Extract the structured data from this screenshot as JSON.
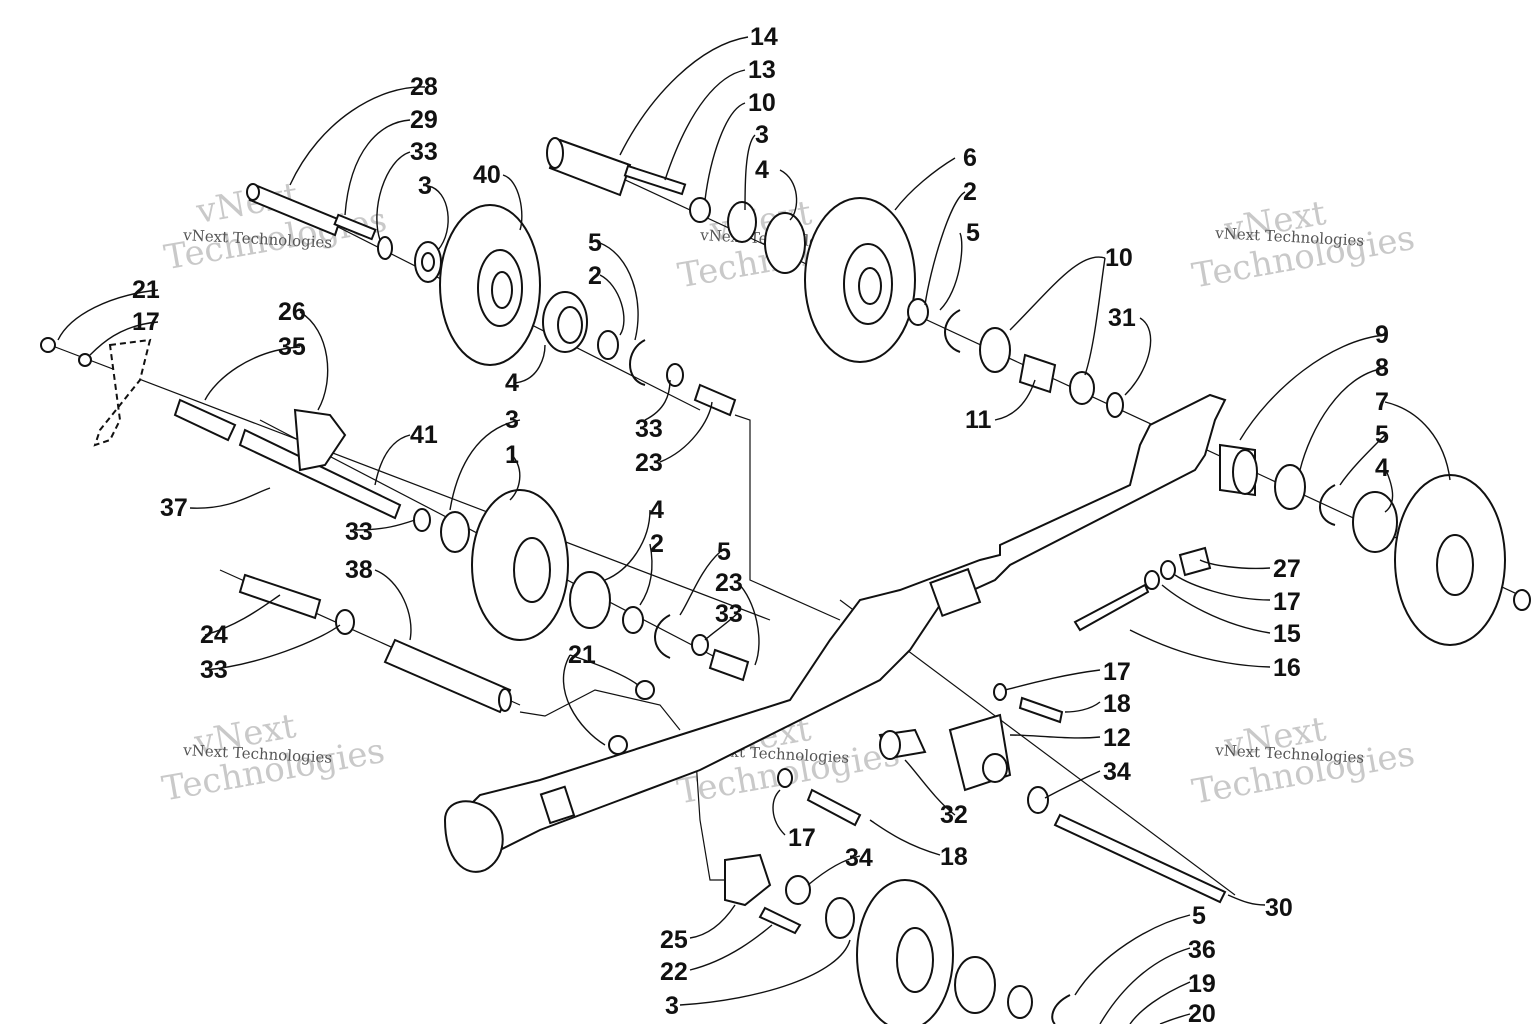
{
  "watermark": {
    "line1": "vNext Technologies",
    "big_a": "vNext",
    "big_b": "Technologies"
  },
  "callouts": [
    "1",
    "2",
    "3",
    "4",
    "5",
    "6",
    "7",
    "8",
    "9",
    "10",
    "11",
    "12",
    "13",
    "14",
    "15",
    "16",
    "17",
    "18",
    "19",
    "20",
    "21",
    "22",
    "23",
    "24",
    "25",
    "26",
    "27",
    "28",
    "29",
    "30",
    "31",
    "32",
    "33",
    "34",
    "35",
    "36",
    "37",
    "38",
    "40",
    "41"
  ]
}
